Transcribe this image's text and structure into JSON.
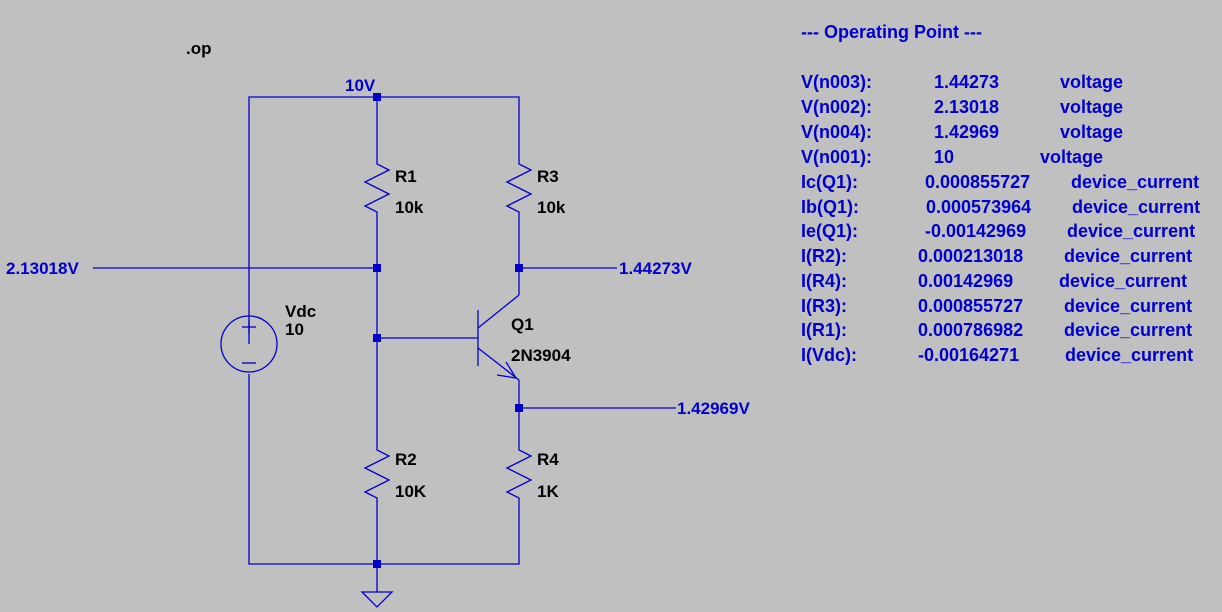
{
  "directive": ".op",
  "nets": {
    "supply": "10V",
    "left": "2.13018V",
    "collector": "1.44273V",
    "emitter": "1.42969V"
  },
  "components": {
    "r1": {
      "name": "R1",
      "value": "10k"
    },
    "r2": {
      "name": "R2",
      "value": "10K"
    },
    "r3": {
      "name": "R3",
      "value": "10k"
    },
    "r4": {
      "name": "R4",
      "value": "1K"
    },
    "source": {
      "name": "Vdc",
      "value": "10"
    },
    "transistor": {
      "name": "Q1",
      "model": "2N3904"
    }
  },
  "operating_point": {
    "title": "--- Operating Point ---",
    "rows": [
      {
        "label": "V(n003):",
        "value": "1.44273",
        "type": "voltage"
      },
      {
        "label": "V(n002):",
        "value": "2.13018",
        "type": "voltage"
      },
      {
        "label": "V(n004):",
        "value": "1.42969",
        "type": "voltage"
      },
      {
        "label": "V(n001):",
        "value": "10",
        "type": "voltage"
      },
      {
        "label": "Ic(Q1):",
        "value": "0.000855727",
        "type": "device_current"
      },
      {
        "label": "Ib(Q1):",
        "value": "0.000573964",
        "type": "device_current"
      },
      {
        "label": "Ie(Q1):",
        "value": "-0.00142969",
        "type": "device_current"
      },
      {
        "label": "I(R2):",
        "value": "0.000213018",
        "type": "device_current"
      },
      {
        "label": "I(R4):",
        "value": "0.00142969",
        "type": "device_current"
      },
      {
        "label": "I(R3):",
        "value": "0.000855727",
        "type": "device_current"
      },
      {
        "label": "I(R1):",
        "value": "0.000786982",
        "type": "device_current"
      },
      {
        "label": "I(Vdc):",
        "value": "-0.00164271",
        "type": "device_current"
      }
    ]
  },
  "colors": {
    "wire": "#0000cc",
    "background": "#c0c0c0",
    "label": "#000000"
  }
}
